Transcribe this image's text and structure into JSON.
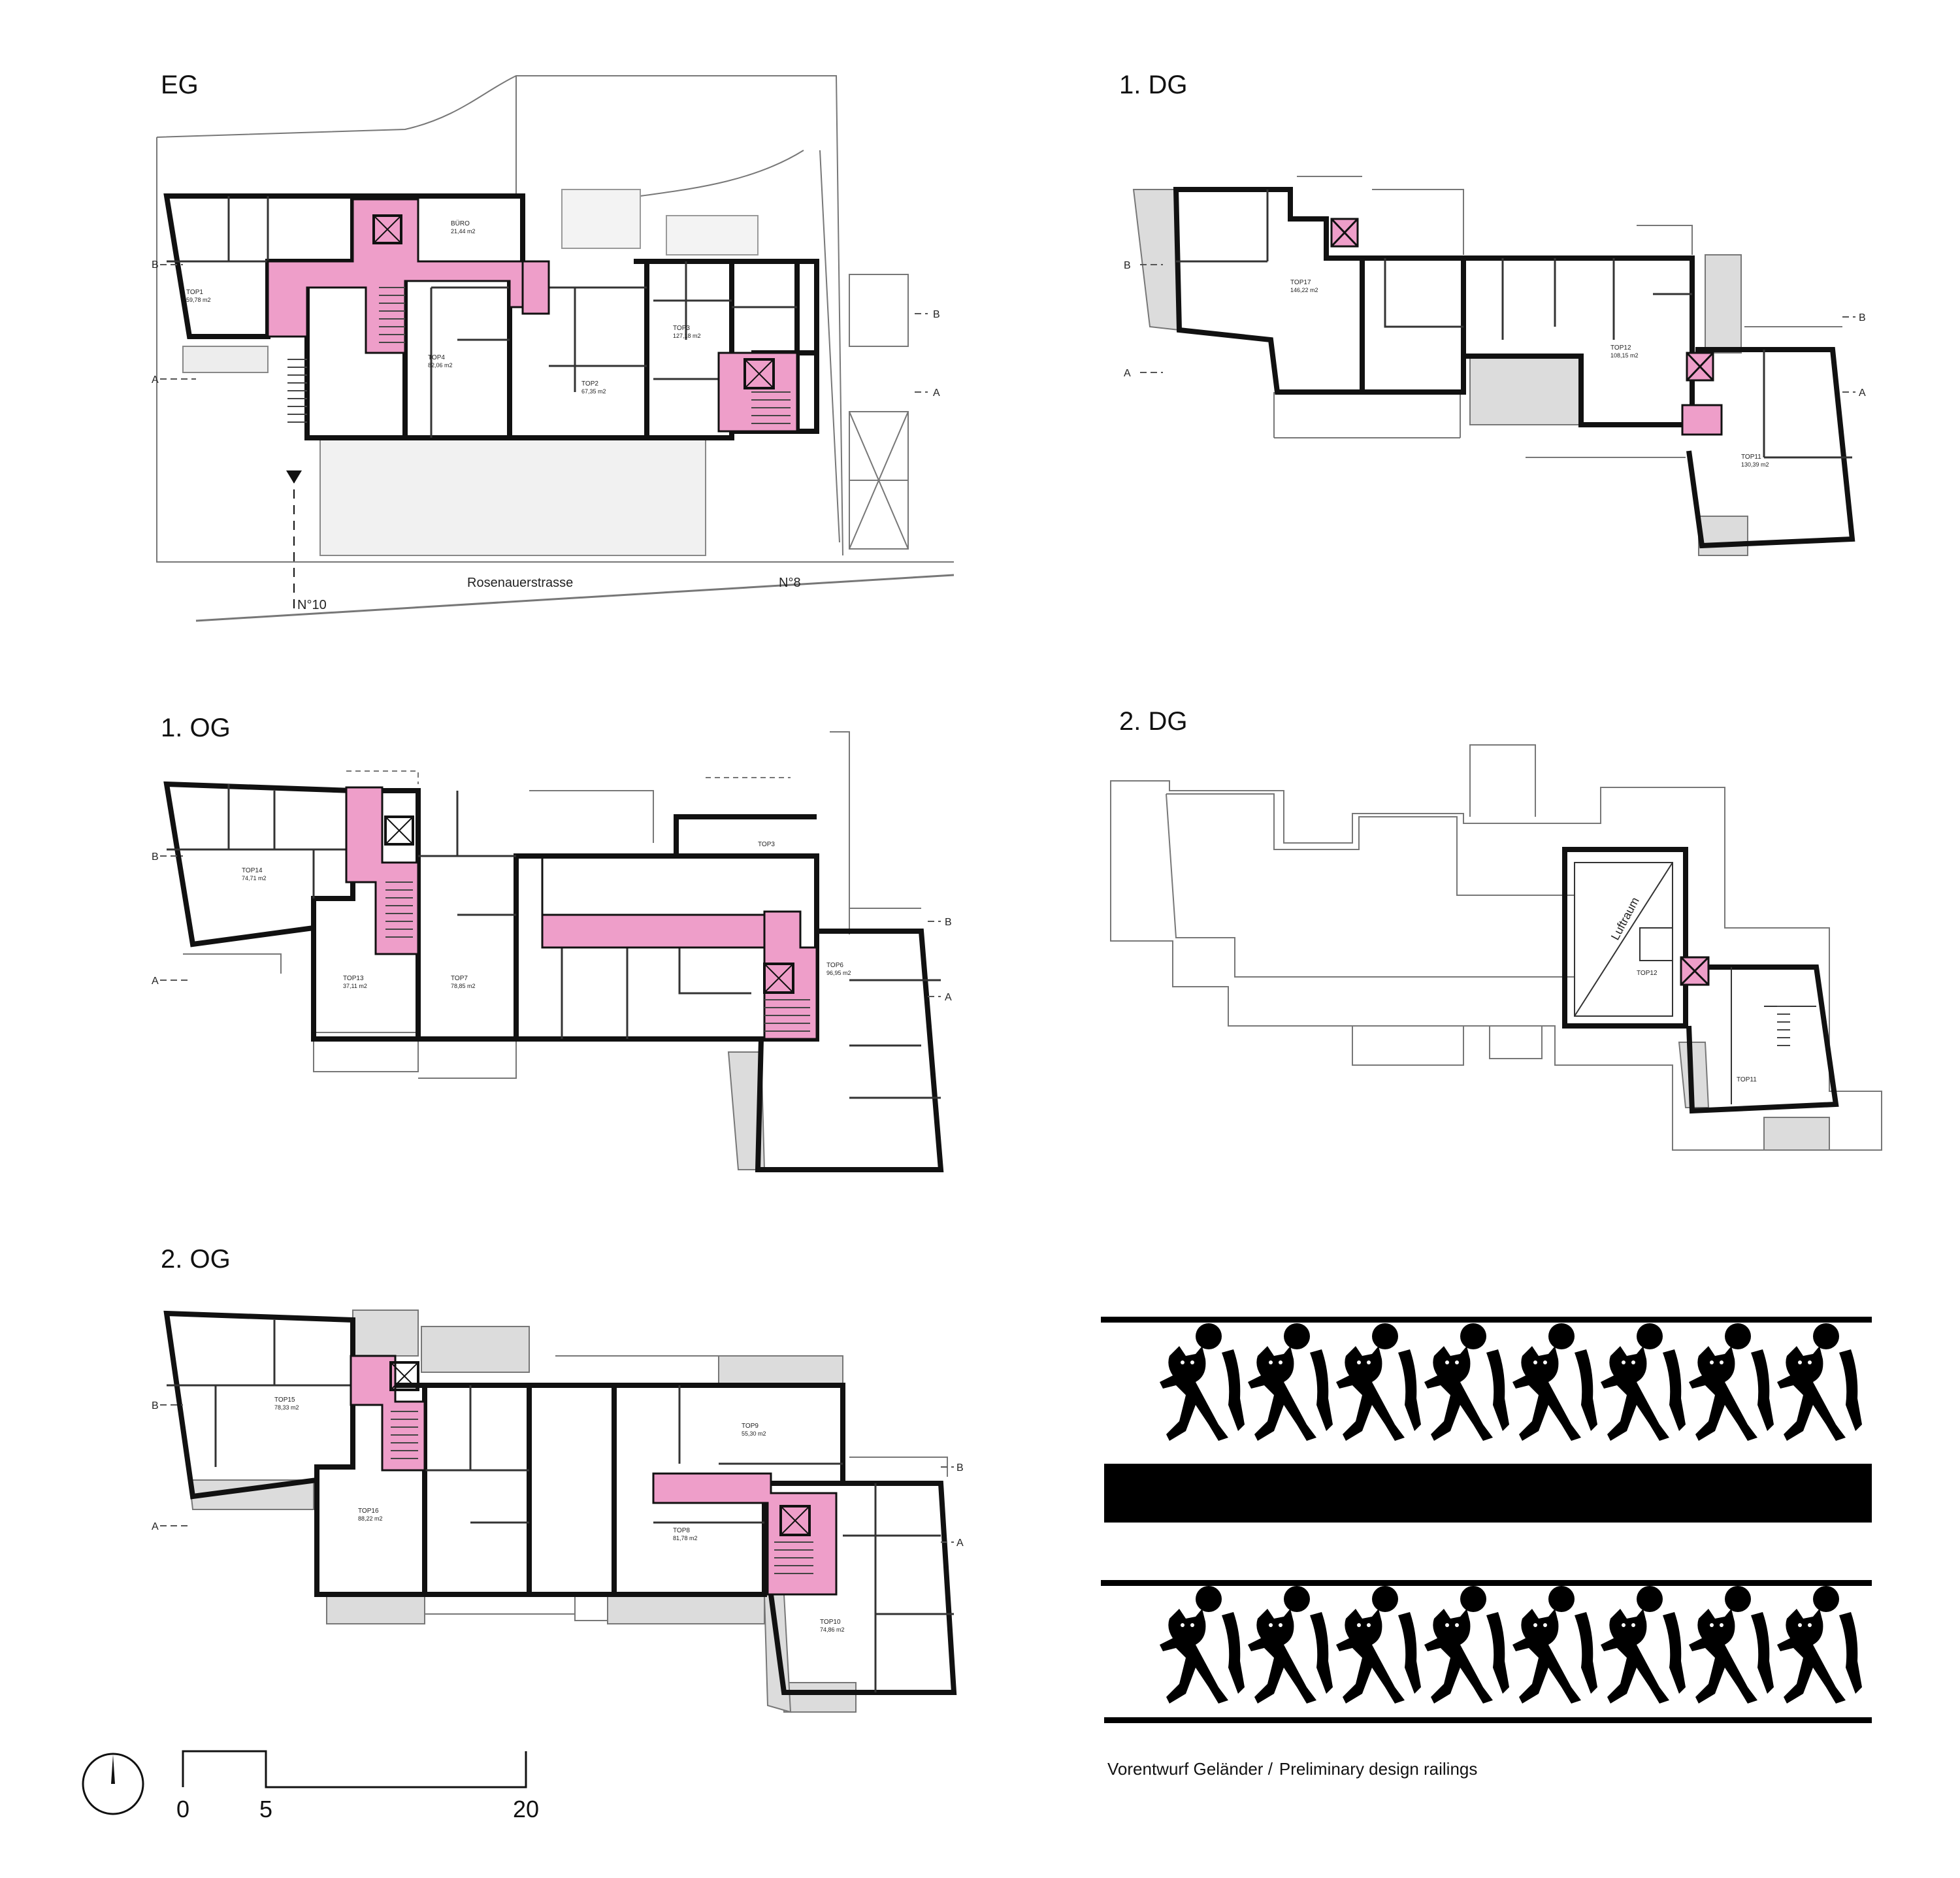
{
  "levels": {
    "eg": "EG",
    "og1": "1. OG",
    "og2": "2. OG",
    "dg1": "1. DG",
    "dg2": "2. DG"
  },
  "section_marks": {
    "a": "A",
    "b": "B"
  },
  "eg_plan": {
    "street": "Rosenauerstrasse",
    "house_no_10": "N°10",
    "house_no_8": "N°8",
    "units": [
      {
        "name": "TOP1",
        "area": "59,78 m2"
      },
      {
        "name": "BÜRO",
        "area": "21,44 m2"
      },
      {
        "name": "TOP4",
        "area": "82,06 m2"
      },
      {
        "name": "TOP2",
        "area": "67,35 m2"
      },
      {
        "name": "TOP3",
        "area": "127,18 m2"
      }
    ]
  },
  "og1_plan": {
    "units": [
      {
        "name": "TOP14",
        "area": "74,71 m2"
      },
      {
        "name": "TOP13",
        "area": "37,11 m2"
      },
      {
        "name": "TOP7",
        "area": "78,85 m2"
      },
      {
        "name": "TOP3",
        "area": ""
      },
      {
        "name": "TOP6",
        "area": "96,95 m2"
      }
    ]
  },
  "og2_plan": {
    "units": [
      {
        "name": "TOP15",
        "area": "78,33 m2"
      },
      {
        "name": "TOP16",
        "area": "88,22 m2"
      },
      {
        "name": "TOP8",
        "area": "81,78 m2"
      },
      {
        "name": "TOP9",
        "area": "55,30 m2"
      },
      {
        "name": "TOP10",
        "area": "74,86 m2"
      }
    ]
  },
  "dg1_plan": {
    "units": [
      {
        "name": "TOP17",
        "area": "146,22 m2"
      },
      {
        "name": "TOP12",
        "area": "108,15 m2"
      },
      {
        "name": "TOP11",
        "area": "130,39 m2"
      }
    ]
  },
  "dg2_plan": {
    "void": "Luftraum",
    "units": [
      {
        "name": "TOP12"
      },
      {
        "name": "TOP11"
      }
    ]
  },
  "railing": {
    "caption_de": "Vorentwurf Geländer /",
    "caption_en": "Preliminary design railings"
  },
  "scale_bar": {
    "labels": [
      "0",
      "5",
      "20"
    ]
  },
  "colors": {
    "circulation": "#ee9ec9",
    "wall": "#111111",
    "thin_line": "#777777",
    "balcony": "#d9d9d9"
  },
  "icons": [
    "north-arrow-icon",
    "elevator-icon",
    "stair-icon",
    "entrance-arrow-icon"
  ]
}
